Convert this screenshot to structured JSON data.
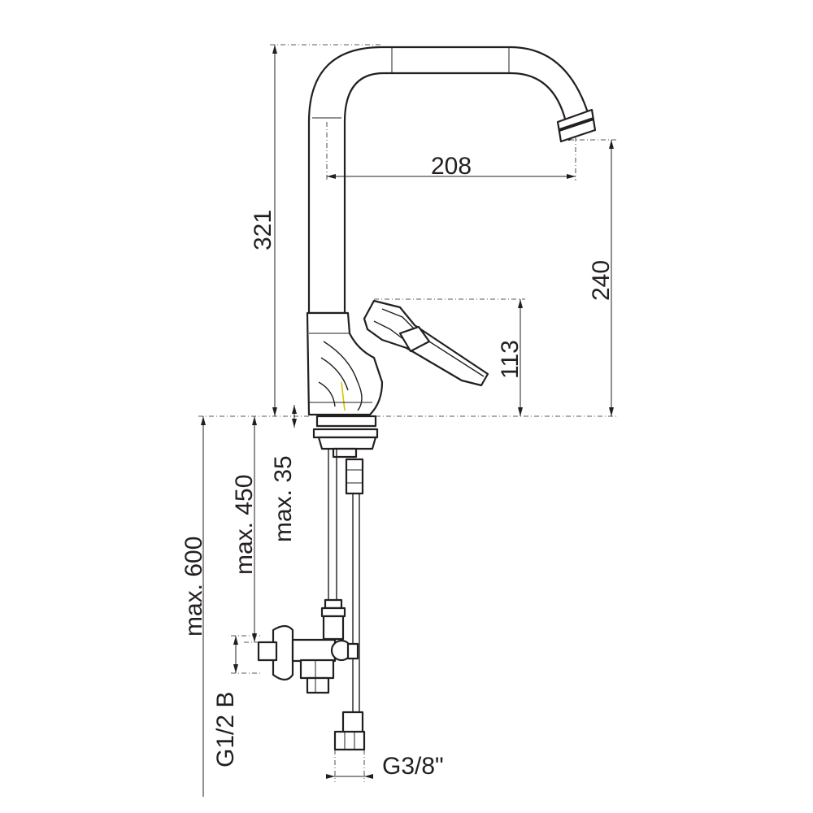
{
  "dimensions": {
    "spout_reach": "208",
    "total_height": "321",
    "spout_height": "240",
    "lever_height": "113",
    "hose_max_600": "max. 600",
    "hose_max_450": "max. 450",
    "thickness_max_35": "max. 35",
    "wall_thread": "G1/2 B",
    "hose_thread": "G3/8\""
  }
}
